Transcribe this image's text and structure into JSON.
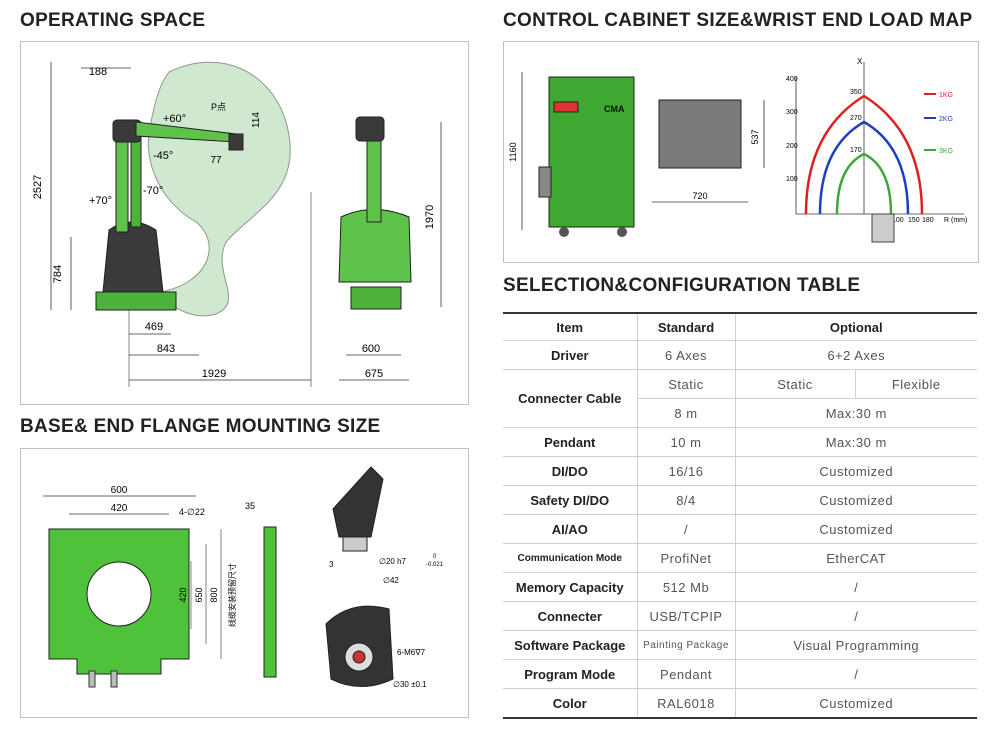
{
  "sections": {
    "operating_space": "OPERATING SPACE",
    "control_cabinet": "CONTROL CABINET SIZE&WRIST END LOAD MAP",
    "selection": "SELECTION&CONFIGURATION TABLE",
    "base_flange": "BASE& END FLANGE MOUNTING SIZE"
  },
  "operating_dims": {
    "d188": "188",
    "d2527": "2527",
    "d784": "784",
    "d469": "469",
    "d843": "843",
    "d1929": "1929",
    "d600": "600",
    "d675": "675",
    "d1970": "1970",
    "d114": "114",
    "d77": "77",
    "a_p60": "+60°",
    "a_m45": "-45°",
    "a_p70": "+70°",
    "a_m70": "-70°",
    "p_point": "P点"
  },
  "cabinet_dims": {
    "h1160": "1160",
    "w720": "720",
    "d537": "537",
    "logo": "CMA"
  },
  "load_map": {
    "y_axis": "X",
    "x_axis": "R (mm)",
    "y_ticks": [
      "400",
      "300",
      "200",
      "100"
    ],
    "x_ticks": [
      "100",
      "150",
      "180"
    ],
    "peaks": [
      "350",
      "270",
      "170"
    ],
    "legend": [
      "1KG",
      "2KG",
      "3KG"
    ],
    "colors": [
      "#e02020",
      "#1f3fbf",
      "#3aa83a"
    ]
  },
  "base_dims": {
    "w600": "600",
    "w420": "420",
    "h420": "420",
    "h650": "650",
    "h800": "800",
    "holes": "4-∅22",
    "d35": "35",
    "cn_note": "线缆安装预留尺寸",
    "f20": "∅20 h7",
    "f20_tol_top": "0",
    "f20_tol_bot": "-0.021",
    "f3": "3",
    "f42": "∅42",
    "m6": "6-M6∇7",
    "f30": "∅30 ±0.1"
  },
  "table": {
    "head": {
      "item": "Item",
      "standard": "Standard",
      "optional": "Optional"
    },
    "driver": {
      "label": "Driver",
      "std": "6 Axes",
      "opt": "6+2 Axes"
    },
    "cable": {
      "label": "Connecter Cable",
      "std1": "Static",
      "opt1a": "Static",
      "opt1b": "Flexible",
      "std2": "8 m",
      "opt2": "Max:30 m"
    },
    "pendant": {
      "label": "Pendant",
      "std": "10 m",
      "opt": "Max:30 m"
    },
    "dido": {
      "label": "DI/DO",
      "std": "16/16",
      "opt": "Customized"
    },
    "safety": {
      "label": "Safety DI/DO",
      "std": "8/4",
      "opt": "Customized"
    },
    "aiao": {
      "label": "AI/AO",
      "std": "/",
      "opt": "Customized"
    },
    "comm": {
      "label": "Communication Mode",
      "std": "ProfiNet",
      "opt": "EtherCAT"
    },
    "memory": {
      "label": "Memory Capacity",
      "std": "512 Mb",
      "opt": "/"
    },
    "connecter": {
      "label": "Connecter",
      "std": "USB/TCPIP",
      "opt": "/"
    },
    "software": {
      "label": "Software Package",
      "std": "Painting Package",
      "opt": "Visual Programming"
    },
    "program": {
      "label": "Program Mode",
      "std": "Pendant",
      "opt": "/"
    },
    "color": {
      "label": "Color",
      "std": "RAL6018",
      "opt": "Customized"
    }
  }
}
